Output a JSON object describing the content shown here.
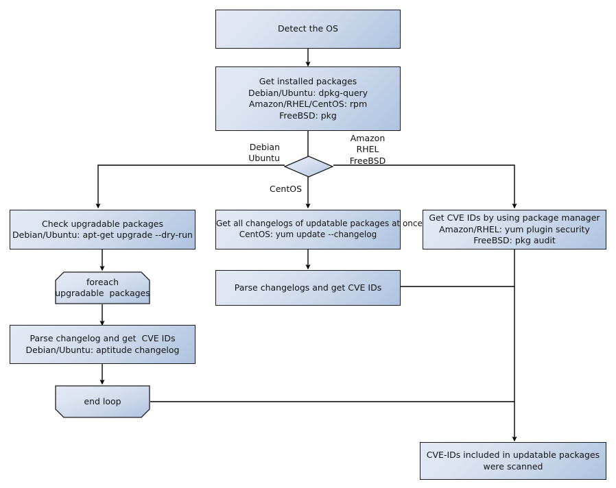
{
  "diagram": {
    "title": "Vulnerability scanning flow by OS package manager",
    "colors": {
      "node_fill_light": "#e3e9f4",
      "node_fill_dark": "#aec3e0",
      "node_border": "#1a1a1a",
      "connector": "#000000",
      "background": "#ffffff",
      "text": "#111111"
    },
    "nodes": [
      {
        "id": "detect-os",
        "shape": "process",
        "text": "Detect the OS"
      },
      {
        "id": "get-installed-packages",
        "shape": "process",
        "text": "Get installed packages\nDebian/Ubuntu: dpkg-query\nAmazon/RHEL/CentOS: rpm\nFreeBSD: pkg"
      },
      {
        "id": "os-decision",
        "shape": "decision",
        "text": ""
      },
      {
        "id": "check-upgradable-packages",
        "shape": "process",
        "text": "Check upgradable packages\nDebian/Ubuntu: apt-get upgrade --dry-run"
      },
      {
        "id": "foreach-upgradable-packages",
        "shape": "loop-start",
        "text": "foreach\nupgradable  packages"
      },
      {
        "id": "parse-changelog-get-cve-ids",
        "shape": "process",
        "text": "Parse changelog and get  CVE IDs\nDebian/Ubuntu: aptitude changelog"
      },
      {
        "id": "end-loop",
        "shape": "loop-end",
        "text": "end loop"
      },
      {
        "id": "get-all-changelogs",
        "shape": "process",
        "text": "Get all changelogs of updatable packages at once\nCentOS: yum update --changelog"
      },
      {
        "id": "parse-changelogs-get-cve-ids",
        "shape": "process",
        "text": "Parse changelogs and get CVE IDs"
      },
      {
        "id": "get-cve-ids-package-manager",
        "shape": "process",
        "text": "Get CVE IDs by using package manager\nAmazon/RHEL: yum plugin security\nFreeBSD: pkg audit"
      },
      {
        "id": "cve-ids-scanned",
        "shape": "process",
        "text": "CVE-IDs included in updatable packages\nwere scanned"
      }
    ],
    "edge_labels": [
      {
        "id": "branch-debian-ubuntu",
        "text": "Debian\nUbuntu"
      },
      {
        "id": "branch-amazon-rhel-freebsd",
        "text": "Amazon\nRHEL\nFreeBSD"
      },
      {
        "id": "branch-centos",
        "text": "CentOS"
      }
    ]
  }
}
